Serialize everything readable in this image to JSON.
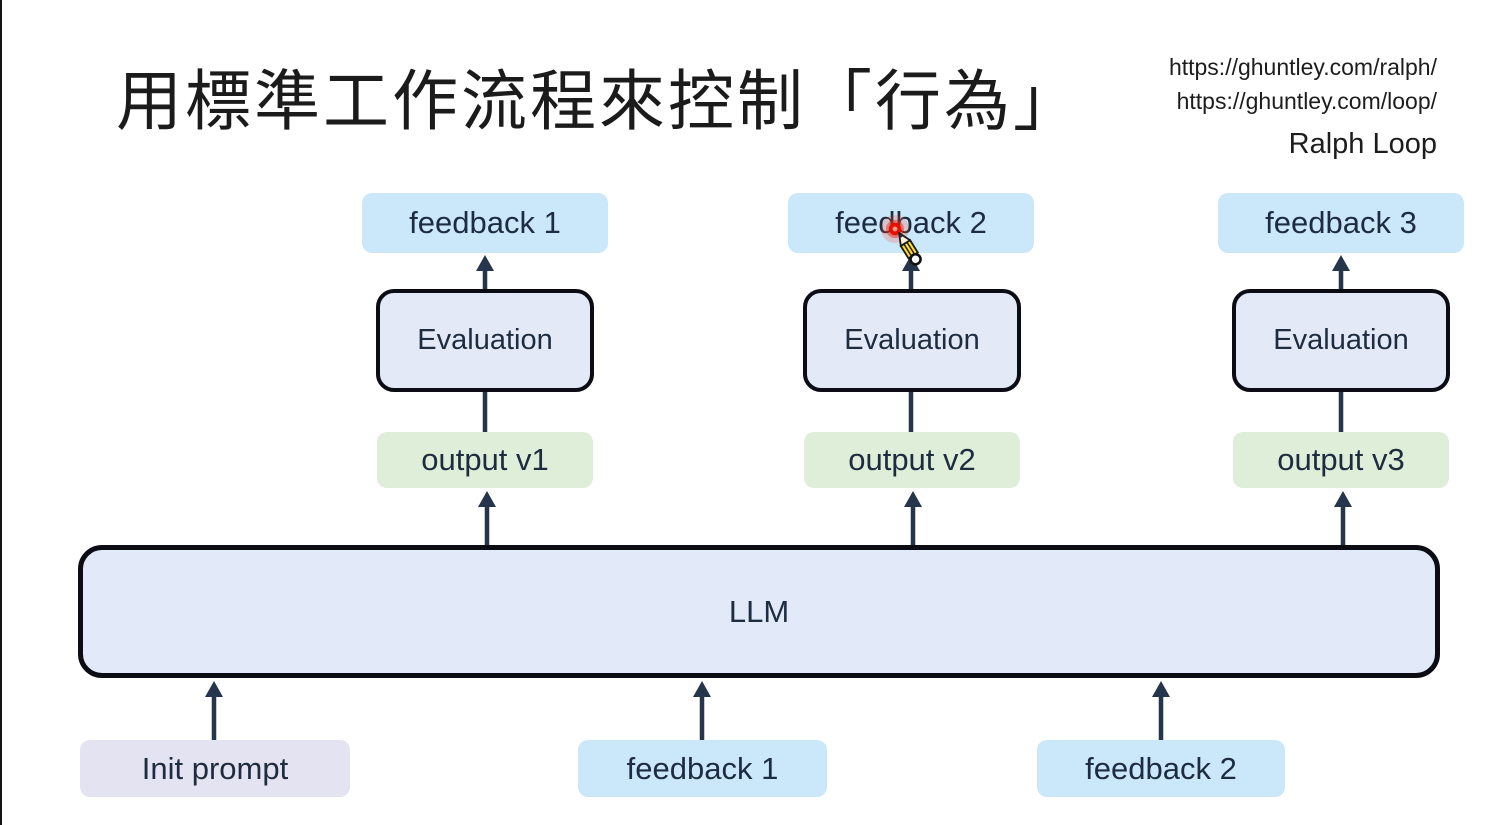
{
  "slide": {
    "title": "用標準工作流程來控制「行為」",
    "reference_links": [
      "https://ghuntley.com/ralph/",
      "https://ghuntley.com/loop/"
    ],
    "reference_caption": "Ralph Loop"
  },
  "diagram": {
    "columns": [
      {
        "feedback_label": "feedback 1",
        "evaluation_label": "Evaluation",
        "output_label": "output v1"
      },
      {
        "feedback_label": "feedback 2",
        "evaluation_label": "Evaluation",
        "output_label": "output v2"
      },
      {
        "feedback_label": "feedback 3",
        "evaluation_label": "Evaluation",
        "output_label": "output v3"
      }
    ],
    "llm_label": "LLM",
    "inputs": [
      {
        "label": "Init prompt",
        "kind": "prompt"
      },
      {
        "label": "feedback 1",
        "kind": "feedback"
      },
      {
        "label": "feedback 2",
        "kind": "feedback"
      }
    ]
  },
  "cursor": {
    "icon": "pencil-cursor",
    "click_highlight_color": "#e51000"
  },
  "colors": {
    "feedback_box": "#cbe8fa",
    "output_box": "#dfeed8",
    "evaluation_box": "#e3e9f7",
    "llm_box": "#e2e9f8",
    "prompt_box": "#e4e3f2",
    "arrow": "#25354b",
    "box_outline": "#0c0c14",
    "text": "#1e2c40"
  }
}
